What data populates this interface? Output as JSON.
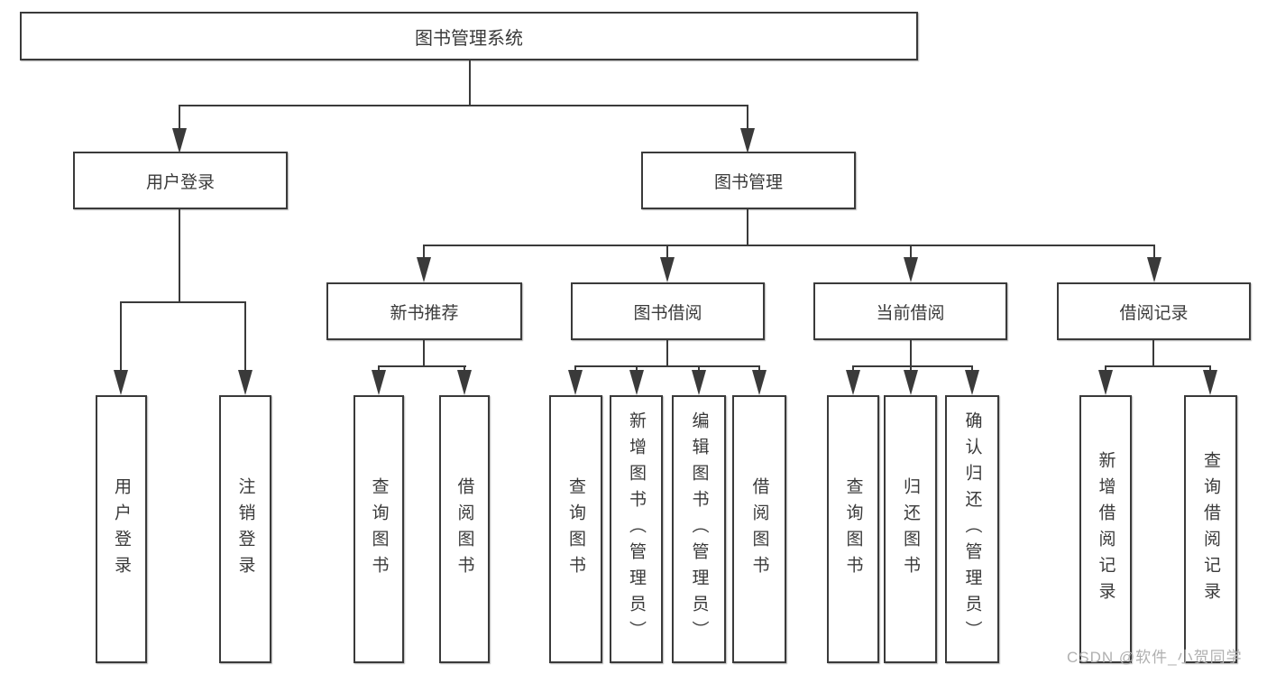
{
  "diagram": {
    "root": {
      "label": "图书管理系统"
    },
    "level2": [
      {
        "label": "用户登录"
      },
      {
        "label": "图书管理"
      }
    ],
    "level3": [
      {
        "label": "新书推荐"
      },
      {
        "label": "图书借阅"
      },
      {
        "label": "当前借阅"
      },
      {
        "label": "借阅记录"
      }
    ],
    "leaves": {
      "user_login": [
        "用户登录",
        "注销登录"
      ],
      "new_book_recommend": [
        "查询图书",
        "借阅图书"
      ],
      "book_borrow": [
        "查询图书",
        "新增图书（管理员）",
        "编辑图书（管理员）",
        "借阅图书"
      ],
      "current_borrow": [
        "查询图书",
        "归还图书",
        "确认归还（管理员）"
      ],
      "borrow_records": [
        "新增借阅记录",
        "查询借阅记录"
      ]
    }
  },
  "watermark": {
    "text": "CSDN @软件_小贺同学"
  },
  "colors": {
    "line": "#3a3a3a",
    "text": "#3a3a3a",
    "watermark": "#b0b0b0",
    "background": "#ffffff"
  }
}
